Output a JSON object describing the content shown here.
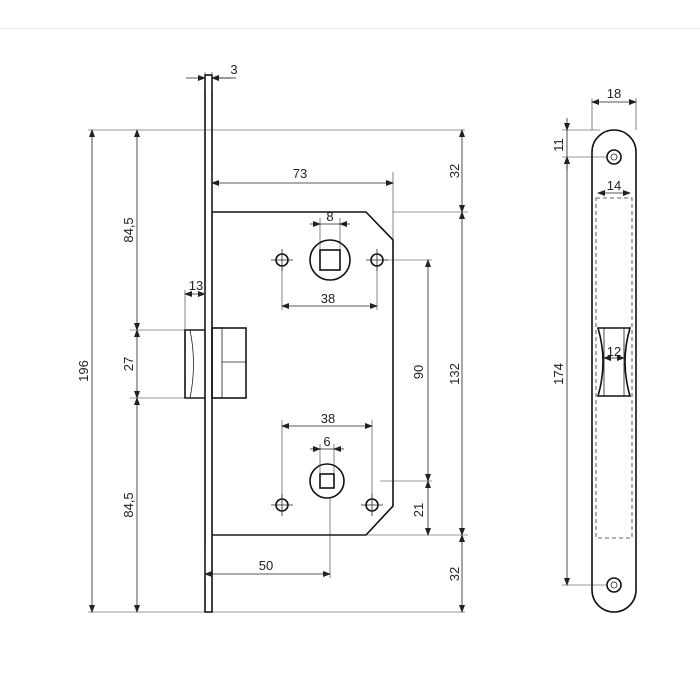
{
  "drawing": {
    "dimensions": {
      "faceplate_thickness": "3",
      "total_height": "196",
      "upper_offset": "84,5",
      "latch_height": "27",
      "lower_offset": "84,5",
      "latch_projection": "13",
      "backset_width": "73",
      "case_top_margin": "32",
      "case_height": "132",
      "case_bottom_margin": "32",
      "spindle_square": "8",
      "upper_screw_spacing": "38",
      "lower_screw_spacing": "38",
      "thumbturn_square": "6",
      "center_distance": "90",
      "bottom_hole_offset": "21",
      "backset": "50",
      "strike_width": "18",
      "strike_hole_offset": "11",
      "strike_inner_width": "14",
      "strike_length": "174",
      "strike_latch_width": "12"
    }
  }
}
